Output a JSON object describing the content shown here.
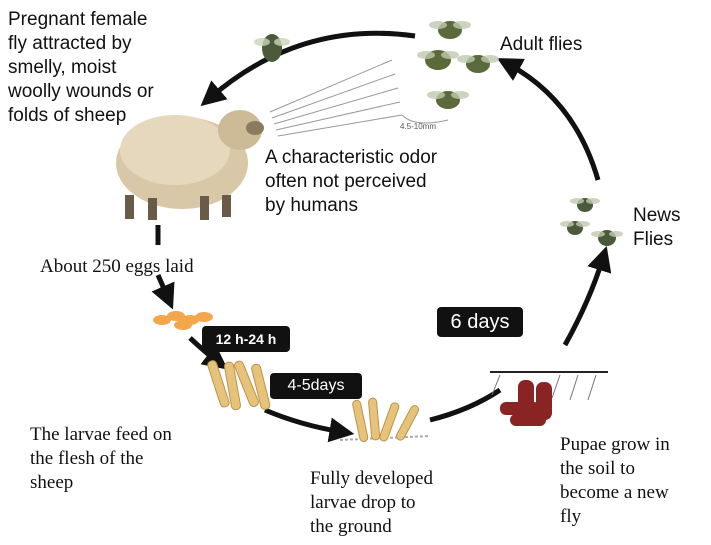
{
  "labels": {
    "pregnant_female": "Pregnant female\nfly attracted by\nsmelly, moist\nwoolly wounds or\nfolds of sheep",
    "adult_flies": "Adult flies",
    "odor": "A characteristic odor\noften not perceived\nby humans",
    "news_flies": "News\nFlies",
    "eggs_laid": "About 250 eggs laid",
    "larvae_feed": "The larvae feed on\nthe flesh of the\nsheep",
    "larvae_drop": "Fully developed\nlarvae drop to\nthe ground",
    "pupae_grow": "Pupae grow in\nthe soil to\nbecome a new\nfly",
    "fly_size": "4.5-10mm"
  },
  "badges": {
    "egg_time": "12 h-24 h",
    "larva_time": "4-5days",
    "pupa_time": "6 days"
  },
  "colors": {
    "egg": "#f4a64a",
    "larva": "#e7c37a",
    "pupa": "#8a2424",
    "sheep": "#d8c8a8",
    "fly": "#4a5a3a"
  }
}
